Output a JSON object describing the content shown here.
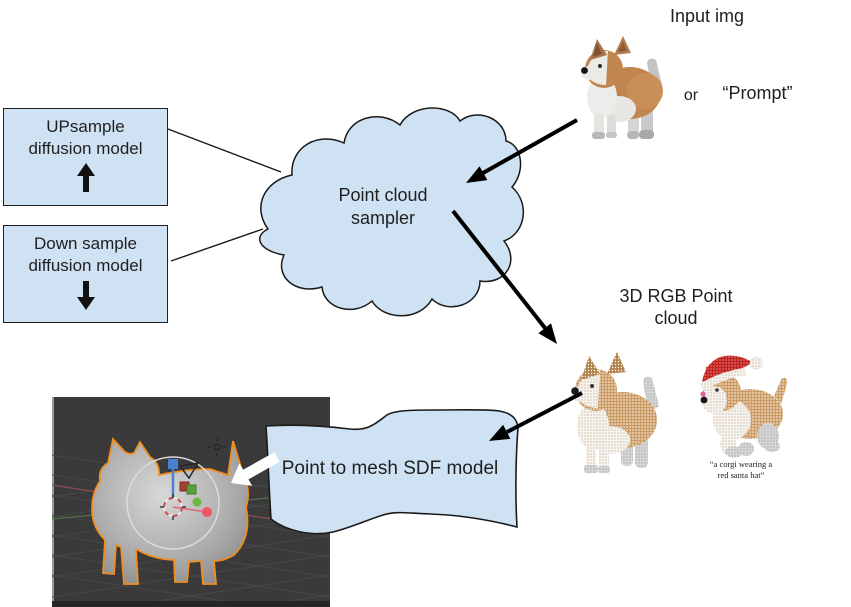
{
  "diagram": {
    "title_input": "Input img",
    "or_label": "or",
    "prompt_label": "“Prompt”",
    "upsample_box": {
      "line1": "UPsample",
      "line2": "diffusion model"
    },
    "downsample_box": {
      "line1": "Down sample",
      "line2": "diffusion model"
    },
    "cloud_node": {
      "line1": "Point cloud",
      "line2": "sampler"
    },
    "rgb_point_cloud_label": {
      "line1": "3D RGB Point",
      "line2": "cloud"
    },
    "santa_caption": {
      "line1": "“a corgi wearing a",
      "line2": "red santa hat”"
    },
    "scroll_node": {
      "label": "Point to mesh SDF model"
    },
    "colors": {
      "node_fill": "#cfe2f3",
      "node_border": "#1f1f1f",
      "arrow_black": "#000000",
      "blender_background": "#3a3a3b",
      "mesh_selection_orange": "#ef8e1f",
      "corgi_tan": "#c1854f",
      "santa_red": "#c32222"
    }
  }
}
